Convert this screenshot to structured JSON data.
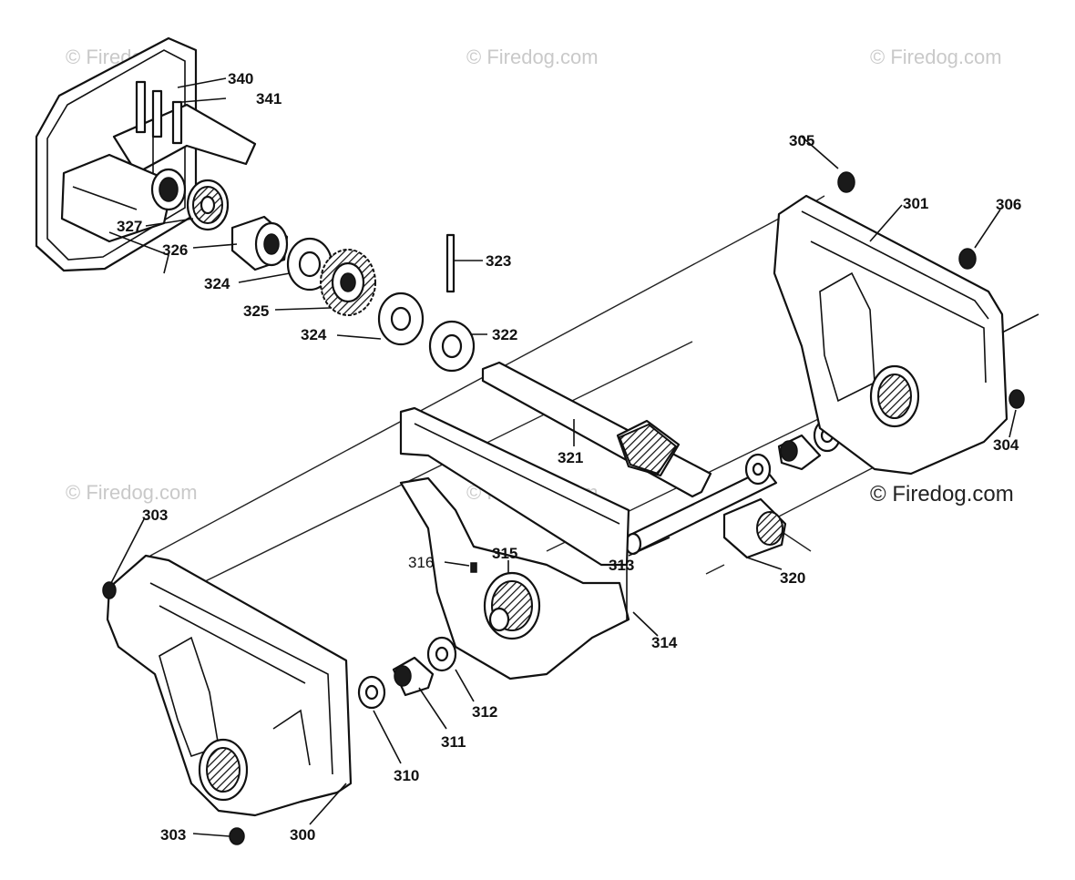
{
  "watermarks": [
    "© Firedog.com",
    "© Firedog.com",
    "© Firedog.com",
    "© Firedog.com",
    "© Firedog.com",
    "© Firedog.com"
  ],
  "parts": {
    "p340": "340",
    "p341": "341",
    "p327": "327",
    "p326": "326",
    "p324a": "324",
    "p325": "325",
    "p324b": "324",
    "p323": "323",
    "p322": "322",
    "p321": "321",
    "p305": "305",
    "p301": "301",
    "p306": "306",
    "p304": "304",
    "p303a": "303",
    "p316": "316",
    "p315": "315",
    "p313": "313",
    "p320": "320",
    "p314": "314",
    "p312": "312",
    "p311": "311",
    "p310": "310",
    "p303b": "303",
    "p300": "300"
  }
}
